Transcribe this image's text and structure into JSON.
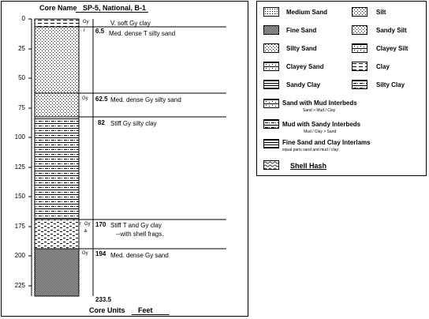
{
  "core": {
    "name_label": "Core Name",
    "name_value": "SP-5, National, B-1",
    "units_label": "Core Units",
    "units_value": "Feet",
    "bottom_depth": "233.5"
  },
  "depth_axis": {
    "ticks": [
      "0",
      "25",
      "50",
      "75",
      "100",
      "125",
      "150",
      "175",
      "200",
      "225"
    ]
  },
  "intervals": [
    {
      "depth": "",
      "color": "Gy",
      "mark": "",
      "desc": "V. soft Gy clay",
      "pattern": "clay"
    },
    {
      "depth": "6.5",
      "color": "",
      "mark": "r",
      "desc": "Med. dense T silty sand",
      "pattern": "silty-sand"
    },
    {
      "depth": "62.5",
      "color": "Gy",
      "mark": "",
      "desc": "Med. dense Gy silty sand",
      "pattern": "silty-sand"
    },
    {
      "depth": "82",
      "color": "",
      "mark": "",
      "desc": "Stiff Gy silty clay",
      "pattern": "silty-clay"
    },
    {
      "depth": "170",
      "color": "Gy",
      "mark": "r",
      "desc": "Stiff T and Gy clay",
      "desc2": "--with shell frags.",
      "pattern": "shell-clay"
    },
    {
      "depth": "194",
      "color": "Gy",
      "mark": "",
      "desc": "Med. dense Gy sand",
      "pattern": "fine-sand"
    }
  ],
  "legend": {
    "pairs": [
      {
        "left": "Medium Sand",
        "right": "Silt"
      },
      {
        "left": "Fine Sand",
        "right": "Sandy Silt"
      },
      {
        "left": "Silty Sand",
        "right": "Clayey Silt"
      },
      {
        "left": "Clayey Sand",
        "right": "Clay"
      },
      {
        "left": "Sandy Clay",
        "right": "Silty Clay"
      }
    ],
    "interbeds": [
      {
        "label": "Sand with Mud Interbeds",
        "note": "Sand > Mud / Clay"
      },
      {
        "label": "Mud with Sandy Interbeds",
        "note": "Mud / Clay > Sand"
      },
      {
        "label": "Fine Sand and Clay Interlams",
        "note": "equal parts sand and mud / clay."
      }
    ],
    "shell": "Shell Hash"
  }
}
